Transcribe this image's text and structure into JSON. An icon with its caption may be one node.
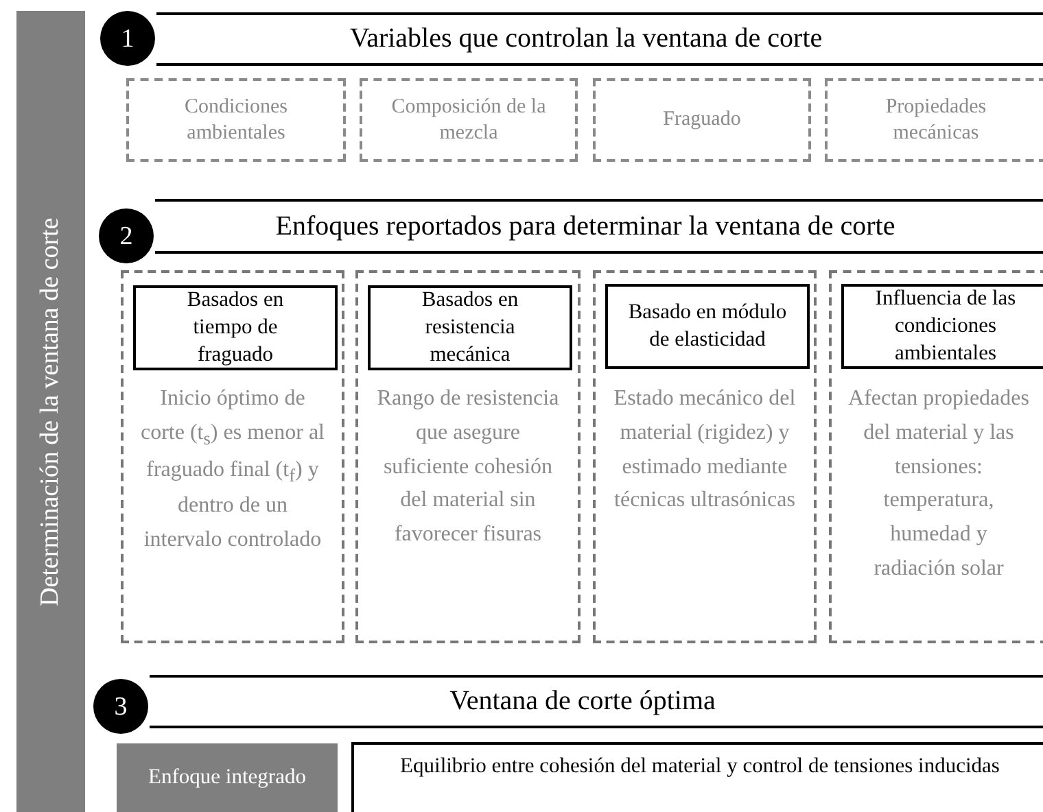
{
  "diagram": {
    "nodes": [
      {
        "text": [
          "Determinación de la ventana de corte"
        ]
      },
      {
        "text": [
          "1"
        ]
      },
      {
        "text": [
          "Variables que controlan la ventana de corte"
        ]
      },
      {
        "text": [
          "Condiciones ambientales"
        ]
      },
      {
        "text": [
          "Composición de la mezcla"
        ]
      },
      {
        "text": [
          "Fraguado"
        ]
      },
      {
        "text": [
          "Propiedades mecánicas"
        ]
      },
      {
        "text": [
          "2"
        ]
      },
      {
        "text": [
          "Enfoques reportados para determinar la ventana de corte"
        ]
      },
      {
        "text": [
          "Inicio óptimo de corte (t$_{s}$) es menor al fraguado final (t$_{f}$) y dentro de un intervalo controlado"
        ]
      },
      {
        "text": [
          "Basados en tiempo de fraguado"
        ],
        "in": 9
      },
      {
        "text": [
          "Rango de resistencia que asegure suficiente cohesión del material sin favorecer fisuras"
        ]
      },
      {
        "text": [
          "Basados en resistencia mecánica"
        ],
        "in": 11
      },
      {
        "text": [
          "Estado mecánico del material (rigidez) y estimado mediante técnicas ultrasónicas"
        ]
      },
      {
        "text": [
          "Basado en módulo de elasticidad"
        ],
        "in": 13
      },
      {
        "text": [
          "Afectan propiedades del material y las tensiones: temperatura, humedad y radiación solar"
        ]
      },
      {
        "text": [
          "Influencia de las condiciones ambientales"
        ],
        "in": 15
      },
      {
        "text": [
          "3"
        ]
      },
      {
        "text": [
          "Ventana de corte óptima"
        ]
      },
      {
        "text": [
          "Enfoque integrado"
        ]
      },
      {
        "text": [
          "Equilibrio entre cohesión del material y control de tensiones inducidas"
        ]
      }
    ]
  }
}
